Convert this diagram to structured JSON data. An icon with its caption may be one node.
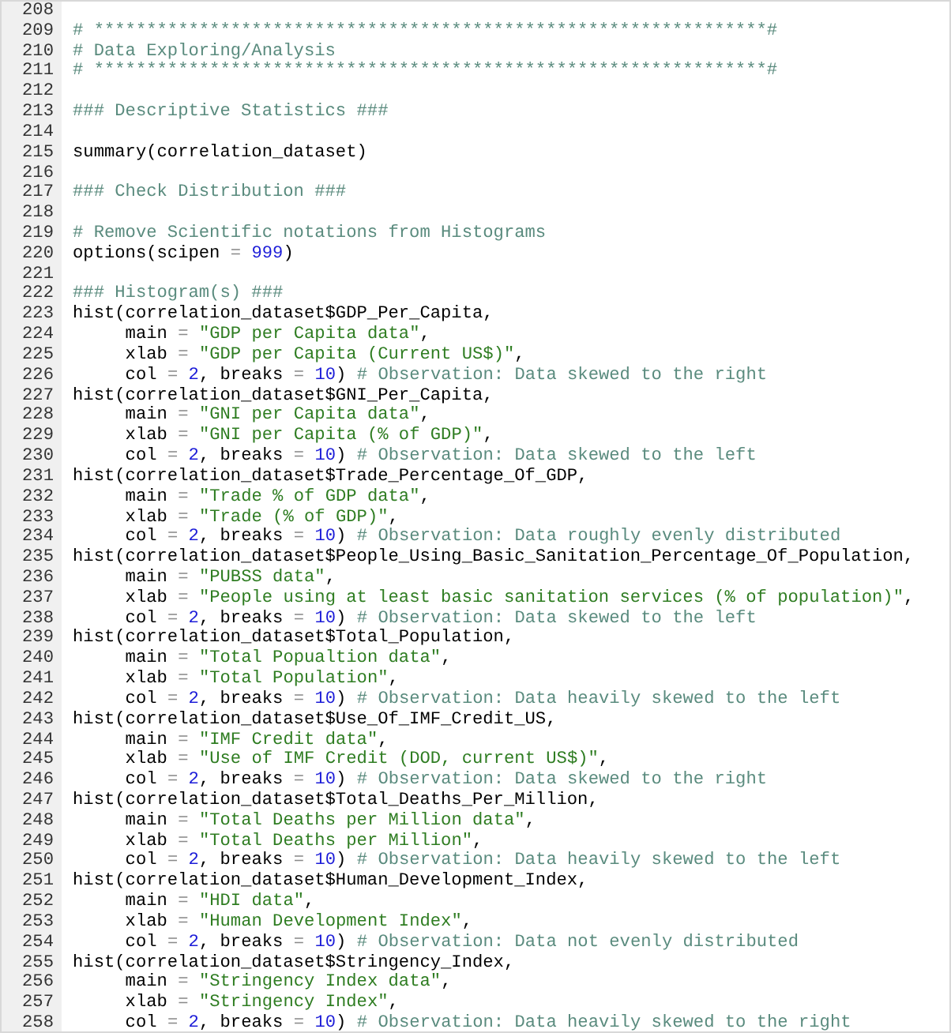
{
  "diagram": {
    "labels": [
      "208",
      "209",
      "# ****************************************************************#",
      "210",
      "# Data Exploring/Analysis",
      "211",
      "# ****************************************************************#",
      "212",
      "213",
      "### Descriptive Statistics ###",
      "214",
      "215",
      "summary(correlation_dataset)",
      "216",
      "217",
      "### Check Distribution ###",
      "218",
      "219",
      "# Remove Scientific notations from Histograms",
      "220",
      "options(scipen = 999)",
      "221",
      "222",
      "### Histogram(s) ###",
      "223",
      "hist(correlation_dataset$GDP_Per_Capita,",
      "224",
      "main = \"GDP per Capita data\",",
      "225",
      "xlab = \"GDP per Capita (Current US$)\",",
      "226",
      "col = 2, breaks = 10) # Observation: Data skewed to the right",
      "227",
      "hist(correlation_dataset$GNI_Per_Capita,",
      "228",
      "main = \"GNI per Capita data\",",
      "229",
      "xlab = \"GNI per Capita (% of GDP)\",",
      "230",
      "col = 2, breaks = 10) # Observation: Data skewed to the left",
      "231",
      "hist(correlation_dataset$Trade_Percentage_Of_GDP,",
      "232",
      "main = \"Trade % of GDP data\",",
      "233",
      "xlab = \"Trade (% of GDP)\",",
      "234",
      "col = 2, breaks = 10) # Observation: Data roughly evenly distributed",
      "235",
      "hist(correlation_dataset$People_Using_Basic_Sanitation_Percentage_Of_Population,",
      "236",
      "main = \"PUBSS data\",",
      "237",
      "xlab = \"People using at least basic sanitation services (% of population)\",",
      "238",
      "col = 2, breaks = 10) # Observation: Data skewed to the left",
      "239",
      "hist(correlation_dataset$Total_Population,",
      "240",
      "main = \"Total Popualtion data\",",
      "241",
      "xlab = \"Total Population\",",
      "242",
      "col = 2, breaks = 10) # Observation: Data heavily skewed to the left",
      "243",
      "hist(correlation_dataset$Use_Of_IMF_Credit_US,",
      "244",
      "main = \"IMF Credit data\",",
      "245",
      "xlab = \"Use of IMF Credit (DOD, current US$)\",",
      "246",
      "col = 2, breaks = 10) # Observation: Data skewed to the right",
      "247",
      "hist(correlation_dataset$Total_Deaths_Per_Million,",
      "248",
      "main = \"Total Deaths per Million data\",",
      "249",
      "xlab = \"Total Deaths per Million\",",
      "250",
      "col = 2, breaks = 10) # Observation: Data heavily skewed to the left",
      "251",
      "hist(correlation_dataset$Human_Development_Index,",
      "252",
      "main = \"HDI data\",",
      "253",
      "xlab = \"Human Development Index\",",
      "254",
      "col = 2, breaks = 10) # Observation: Data not evenly distributed",
      "255",
      "hist(correlation_dataset$Stringency_Index,",
      "256",
      "main = \"Stringency Index data\",",
      "257",
      "xlab = \"Stringency Index\",",
      "258",
      "col = 2, breaks = 10) # Observation: Data heavily skewed to the right"
    ]
  }
}
